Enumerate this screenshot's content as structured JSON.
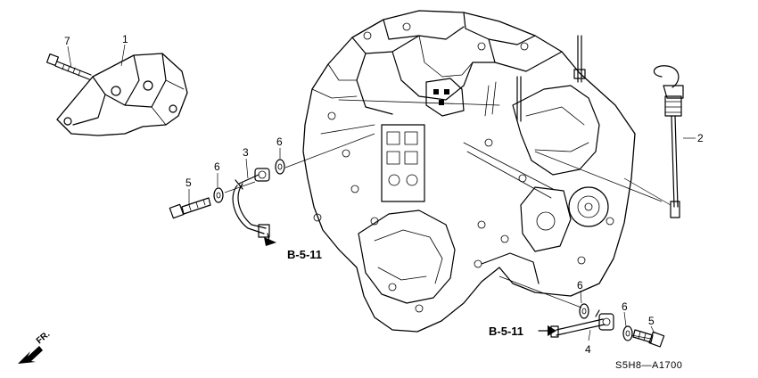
{
  "callouts": {
    "c1": "1",
    "c2": "2",
    "c3": "3",
    "c4": "4",
    "c5a": "5",
    "c5b": "5",
    "c6a": "6",
    "c6b": "6",
    "c6c": "6",
    "c6d": "6",
    "c7": "7"
  },
  "references": {
    "ref_left": "B-5-11",
    "ref_bottom": "B-5-11"
  },
  "direction": {
    "label": "FR."
  },
  "diagram_code": "S5H8—A1700"
}
